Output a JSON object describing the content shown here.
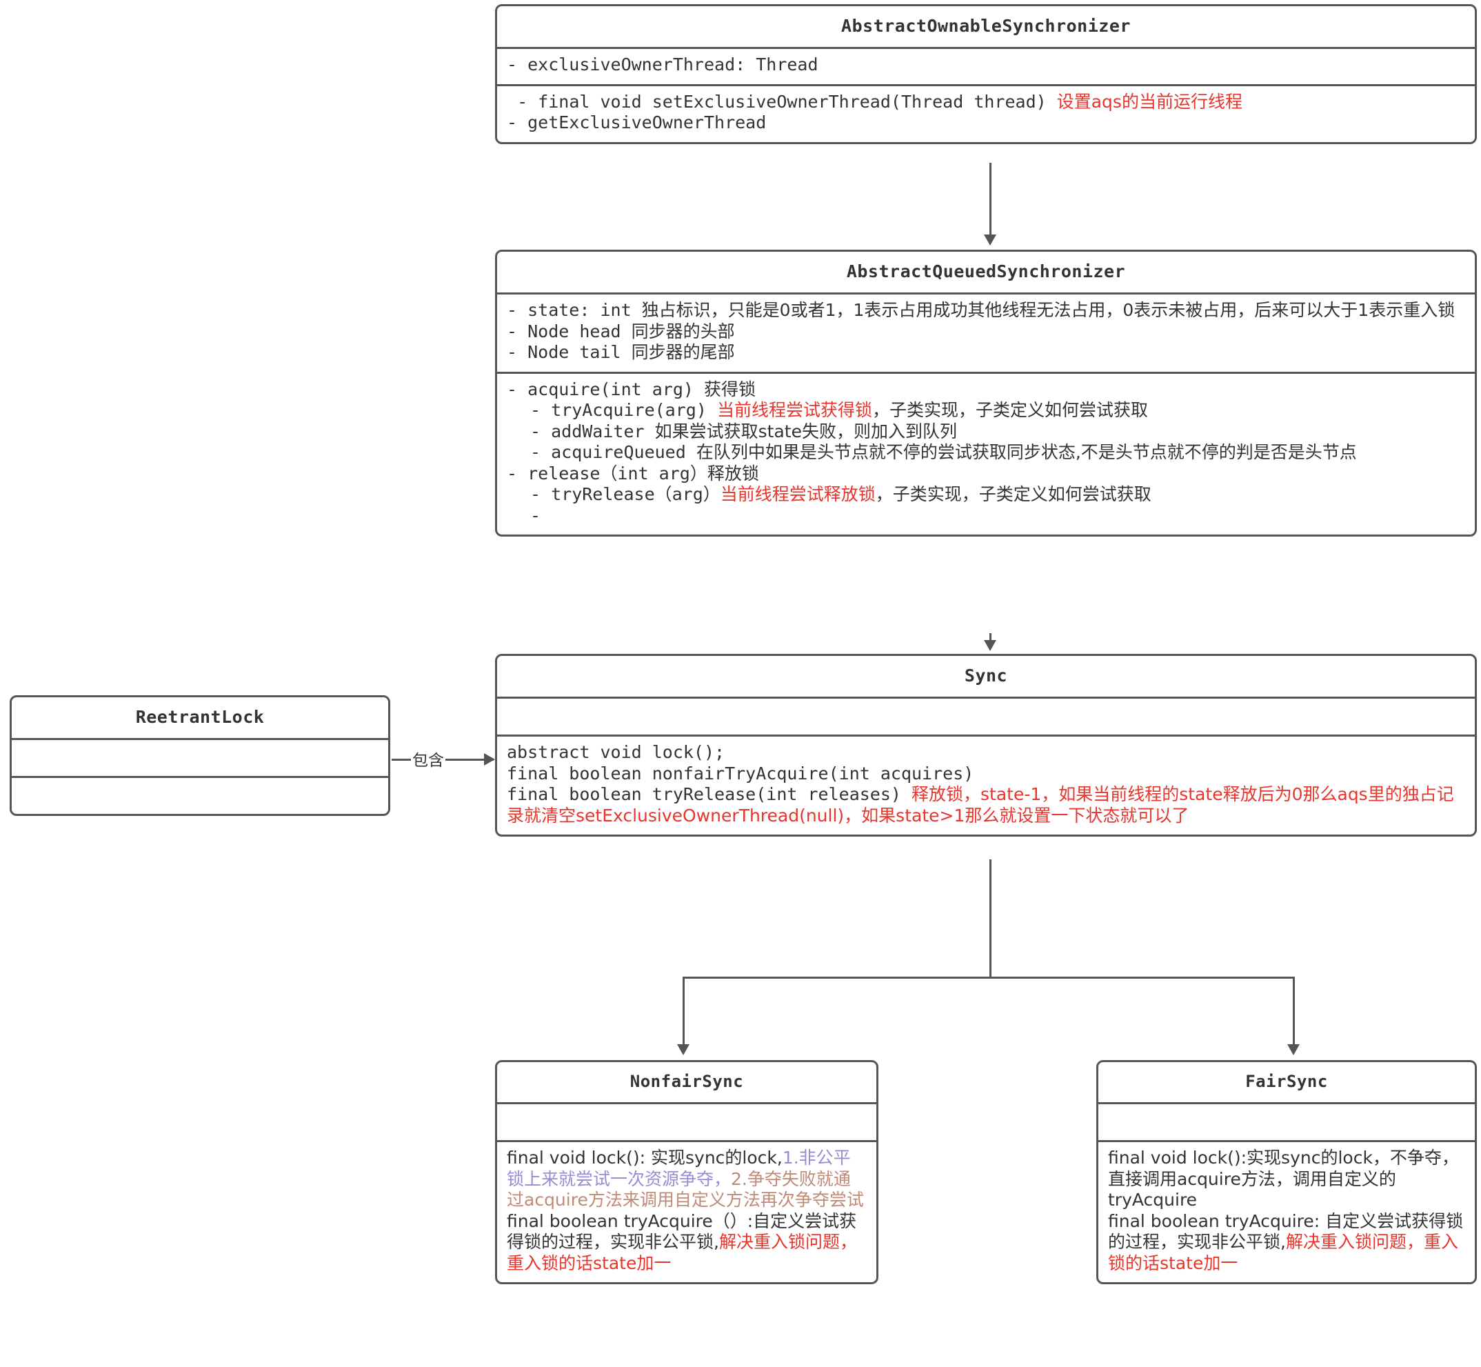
{
  "diagram": {
    "type": "uml-class-diagram",
    "title_implicit": "ReentrantLock / AQS class hierarchy"
  },
  "edges": [
    {
      "name": "aos-to-aqs",
      "label": "",
      "from": "AbstractOwnableSynchronizer",
      "to": "AbstractQueuedSynchronizer"
    },
    {
      "name": "aqs-to-sync",
      "label": "",
      "from": "AbstractQueuedSynchronizer",
      "to": "Sync"
    },
    {
      "name": "reentrantlock-to-sync",
      "label": "包含",
      "from": "ReetrantLock",
      "to": "Sync"
    },
    {
      "name": "sync-to-nonfairsync",
      "label": "",
      "from": "Sync",
      "to": "NonfairSync"
    },
    {
      "name": "sync-to-fairsync",
      "label": "",
      "from": "Sync",
      "to": "FairSync"
    }
  ],
  "abstract_ownable_synchronizer": {
    "title": "AbstractOwnableSynchronizer",
    "fields": [
      "- exclusiveOwnerThread: Thread"
    ],
    "methods": [
      {
        "code": " - final void setExclusiveOwnerThread(Thread thread) ",
        "note_red": "设置aqs的当前运行线程"
      },
      {
        "code": "- getExclusiveOwnerThread",
        "note_red": ""
      }
    ]
  },
  "abstract_queued_synchronizer": {
    "title": "AbstractQueuedSynchronizer",
    "fields": [
      {
        "code": "- state: int ",
        "note": "  独占标识，只能是0或者1，1表示占用成功其他线程无法占用，0表示未被占用，后来可以大于1表示重入锁"
      },
      {
        "code": "- Node head ",
        "note": "同步器的头部"
      },
      {
        "code": "- Node tail ",
        "note": "同步器的尾部"
      }
    ],
    "methods": [
      {
        "indent": 0,
        "code": "- acquire(int arg) ",
        "note": "获得锁",
        "note_red": ""
      },
      {
        "indent": 1,
        "code": "- tryAcquire(arg) ",
        "note_red": "当前线程尝试获得锁",
        "note": "，子类实现，子类定义如何尝试获取"
      },
      {
        "indent": 1,
        "code": "- addWaiter ",
        "note": "如果尝试获取state失败，则加入到队列"
      },
      {
        "indent": 1,
        "code": "- acquireQueued ",
        "note": "  在队列中如果是头节点就不停的尝试获取同步状态,不是头节点就不停的判是否是头节点"
      },
      {
        "indent": 0,
        "code": "- release（int arg）",
        "note": "释放锁"
      },
      {
        "indent": 1,
        "code": "- tryRelease（arg）",
        "note_red": "当前线程尝试释放锁",
        "note": "，子类实现，子类定义如何尝试获取"
      },
      {
        "indent": 1,
        "code": "- ",
        "note": ""
      }
    ]
  },
  "sync": {
    "title": "Sync",
    "fields": [],
    "methods": [
      {
        "code": "abstract void lock();",
        "note_red": ""
      },
      {
        "code": "final boolean nonfairTryAcquire(int acquires)",
        "note_red": ""
      },
      {
        "code": "final boolean tryRelease(int releases) ",
        "note_red": "释放锁，state-1，如果当前线程的state释放后为0那么aqs里的独占记录就清空setExclusiveOwnerThread(null)，如果state>1那么就设置一下状态就可以了"
      }
    ]
  },
  "reetrant_lock": {
    "title": "ReetrantLock",
    "fields": [],
    "methods": []
  },
  "nonfair_sync": {
    "title": "NonfairSync",
    "fields": [],
    "methods": [
      {
        "plain_a": "final void lock(): 实现sync的lock,",
        "purple": "1.非公平锁上来就尝试一次资源争夺，",
        "brown": "2.争夺失败就通过acquire方法来调用自定义方法再次争夺尝试"
      },
      {
        "plain_a": "final boolean tryAcquire（）:自定义尝试获得锁的过程，实现非公平锁,",
        "red": "解决重入锁问题，重入锁的话state加一"
      }
    ]
  },
  "fair_sync": {
    "title": "FairSync",
    "fields": [],
    "methods": [
      {
        "plain_a": "final void lock():实现sync的lock，不争夺，直接调用acquire方法，调用自定义的tryAcquire"
      },
      {
        "plain_a": "final boolean tryAcquire: 自定义尝试获得锁的过程，实现非公平锁,",
        "red": "解决重入锁问题，重入锁的话state加一"
      }
    ]
  },
  "colors": {
    "stroke": "#555555",
    "text": "#333333",
    "annotation_red": "#e8352c",
    "annotation_purple": "#9b8ad4",
    "annotation_brown": "#c08a77",
    "background": "#ffffff"
  }
}
